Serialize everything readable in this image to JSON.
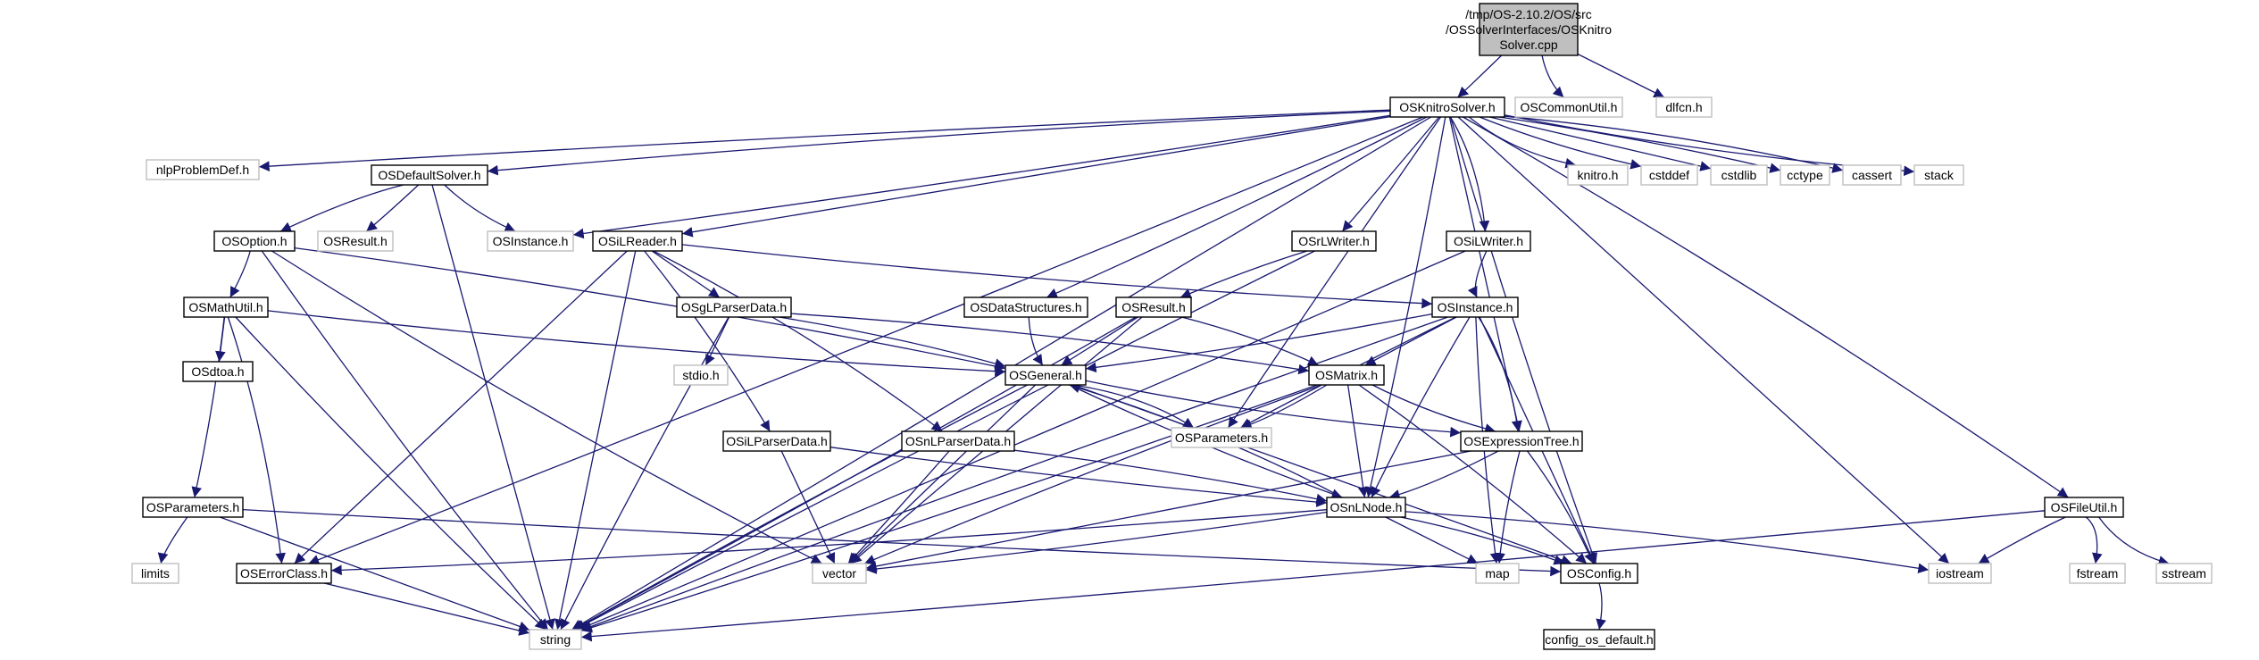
{
  "colors": {
    "edge": "#191970",
    "root_fill": "#bfbfbf",
    "documented_border": "#000000",
    "external_border": "#bfbfbf"
  },
  "nodes": [
    {
      "id": "root",
      "type": "root",
      "lines": [
        "/tmp/OS-2.10.2/OS/src",
        "/OSSolverInterfaces/OSKnitro",
        "Solver.cpp"
      ]
    },
    {
      "id": "OSKnitroSolver.h",
      "type": "documented",
      "lines": [
        "OSKnitroSolver.h"
      ]
    },
    {
      "id": "OSCommonUtil.h",
      "type": "external",
      "lines": [
        "OSCommonUtil.h"
      ]
    },
    {
      "id": "dlfcn.h",
      "type": "external",
      "lines": [
        "dlfcn.h"
      ]
    },
    {
      "id": "nlpProblemDef.h",
      "type": "external",
      "lines": [
        "nlpProblemDef.h"
      ]
    },
    {
      "id": "OSDefaultSolver.h",
      "type": "documented",
      "lines": [
        "OSDefaultSolver.h"
      ]
    },
    {
      "id": "knitro.h",
      "type": "external",
      "lines": [
        "knitro.h"
      ]
    },
    {
      "id": "cstddef",
      "type": "external",
      "lines": [
        "cstddef"
      ]
    },
    {
      "id": "cstdlib",
      "type": "external",
      "lines": [
        "cstdlib"
      ]
    },
    {
      "id": "cctype",
      "type": "external",
      "lines": [
        "cctype"
      ]
    },
    {
      "id": "cassert",
      "type": "external",
      "lines": [
        "cassert"
      ]
    },
    {
      "id": "stack",
      "type": "external",
      "lines": [
        "stack"
      ]
    },
    {
      "id": "OSOption.h",
      "type": "documented",
      "lines": [
        "OSOption.h"
      ]
    },
    {
      "id": "OSResult.h",
      "type": "external",
      "lines": [
        "OSResult.h"
      ]
    },
    {
      "id": "OSInstance.h.ext",
      "type": "external",
      "lines": [
        "OSInstance.h"
      ]
    },
    {
      "id": "OSiLReader.h",
      "type": "documented",
      "lines": [
        "OSiLReader.h"
      ]
    },
    {
      "id": "OSrLWriter.h",
      "type": "documented",
      "lines": [
        "OSrLWriter.h"
      ]
    },
    {
      "id": "OSiLWriter.h",
      "type": "documented",
      "lines": [
        "OSiLWriter.h"
      ]
    },
    {
      "id": "OSMathUtil.h",
      "type": "documented",
      "lines": [
        "OSMathUtil.h"
      ]
    },
    {
      "id": "OSgLParserData.h",
      "type": "documented",
      "lines": [
        "OSgLParserData.h"
      ]
    },
    {
      "id": "OSDataStructures.h",
      "type": "documented",
      "lines": [
        "OSDataStructures.h"
      ]
    },
    {
      "id": "OSResult.h.doc",
      "type": "documented",
      "lines": [
        "OSResult.h"
      ]
    },
    {
      "id": "OSInstance.h",
      "type": "documented",
      "lines": [
        "OSInstance.h"
      ]
    },
    {
      "id": "OSdtoa.h",
      "type": "documented",
      "lines": [
        "OSdtoa.h"
      ]
    },
    {
      "id": "stdio.h",
      "type": "external",
      "lines": [
        "stdio.h"
      ]
    },
    {
      "id": "OSGeneral.h",
      "type": "documented",
      "lines": [
        "OSGeneral.h"
      ]
    },
    {
      "id": "OSMatrix.h",
      "type": "documented",
      "lines": [
        "OSMatrix.h"
      ]
    },
    {
      "id": "OSParameters.h.ext",
      "type": "external",
      "lines": [
        "OSParameters.h"
      ]
    },
    {
      "id": "OSiLParserData.h",
      "type": "documented",
      "lines": [
        "OSiLParserData.h"
      ]
    },
    {
      "id": "OSnLParserData.h",
      "type": "documented",
      "lines": [
        "OSnLParserData.h"
      ]
    },
    {
      "id": "OSExpressionTree.h",
      "type": "documented",
      "lines": [
        "OSExpressionTree.h"
      ]
    },
    {
      "id": "OSParameters.h",
      "type": "documented",
      "lines": [
        "OSParameters.h"
      ]
    },
    {
      "id": "OSnLNode.h",
      "type": "documented",
      "lines": [
        "OSnLNode.h"
      ]
    },
    {
      "id": "OSFileUtil.h",
      "type": "documented",
      "lines": [
        "OSFileUtil.h"
      ]
    },
    {
      "id": "limits",
      "type": "external",
      "lines": [
        "limits"
      ]
    },
    {
      "id": "OSErrorClass.h",
      "type": "documented",
      "lines": [
        "OSErrorClass.h"
      ]
    },
    {
      "id": "vector",
      "type": "external",
      "lines": [
        "vector"
      ]
    },
    {
      "id": "map",
      "type": "external",
      "lines": [
        "map"
      ]
    },
    {
      "id": "OSConfig.h",
      "type": "documented",
      "lines": [
        "OSConfig.h"
      ]
    },
    {
      "id": "iostream",
      "type": "external",
      "lines": [
        "iostream"
      ]
    },
    {
      "id": "fstream",
      "type": "external",
      "lines": [
        "fstream"
      ]
    },
    {
      "id": "sstream",
      "type": "external",
      "lines": [
        "sstream"
      ]
    },
    {
      "id": "string",
      "type": "external",
      "lines": [
        "string"
      ]
    },
    {
      "id": "config_os_default.h",
      "type": "documented",
      "lines": [
        "config_os_default.h"
      ]
    }
  ],
  "edges": [
    [
      "root",
      "OSKnitroSolver.h"
    ],
    [
      "root",
      "OSCommonUtil.h"
    ],
    [
      "root",
      "dlfcn.h"
    ],
    [
      "OSKnitroSolver.h",
      "nlpProblemDef.h"
    ],
    [
      "OSKnitroSolver.h",
      "OSDefaultSolver.h"
    ],
    [
      "OSKnitroSolver.h",
      "knitro.h"
    ],
    [
      "OSKnitroSolver.h",
      "cstddef"
    ],
    [
      "OSKnitroSolver.h",
      "cstdlib"
    ],
    [
      "OSKnitroSolver.h",
      "cctype"
    ],
    [
      "OSKnitroSolver.h",
      "cassert"
    ],
    [
      "OSKnitroSolver.h",
      "stack"
    ],
    [
      "OSKnitroSolver.h",
      "OSInstance.h.ext"
    ],
    [
      "OSKnitroSolver.h",
      "OSiLReader.h"
    ],
    [
      "OSKnitroSolver.h",
      "OSrLWriter.h"
    ],
    [
      "OSKnitroSolver.h",
      "OSiLWriter.h"
    ],
    [
      "OSKnitroSolver.h",
      "OSDataStructures.h"
    ],
    [
      "OSKnitroSolver.h",
      "OSParameters.h.ext"
    ],
    [
      "OSKnitroSolver.h",
      "OSExpressionTree.h"
    ],
    [
      "OSKnitroSolver.h",
      "OSnLNode.h"
    ],
    [
      "OSKnitroSolver.h",
      "OSFileUtil.h"
    ],
    [
      "OSKnitroSolver.h",
      "OSErrorClass.h"
    ],
    [
      "OSKnitroSolver.h",
      "OSConfig.h"
    ],
    [
      "OSKnitroSolver.h",
      "iostream"
    ],
    [
      "OSKnitroSolver.h",
      "string"
    ],
    [
      "OSDefaultSolver.h",
      "OSOption.h"
    ],
    [
      "OSDefaultSolver.h",
      "OSResult.h"
    ],
    [
      "OSDefaultSolver.h",
      "OSInstance.h.ext"
    ],
    [
      "OSDefaultSolver.h",
      "string"
    ],
    [
      "OSOption.h",
      "OSMathUtil.h"
    ],
    [
      "OSOption.h",
      "OSGeneral.h"
    ],
    [
      "OSOption.h",
      "vector"
    ],
    [
      "OSOption.h",
      "string"
    ],
    [
      "OSiLReader.h",
      "OSgLParserData.h"
    ],
    [
      "OSiLReader.h",
      "OSiLParserData.h"
    ],
    [
      "OSiLReader.h",
      "OSnLParserData.h"
    ],
    [
      "OSiLReader.h",
      "OSInstance.h"
    ],
    [
      "OSiLReader.h",
      "OSErrorClass.h"
    ],
    [
      "OSiLReader.h",
      "string"
    ],
    [
      "OSrLWriter.h",
      "OSResult.h.doc"
    ],
    [
      "OSrLWriter.h",
      "string"
    ],
    [
      "OSiLWriter.h",
      "OSInstance.h"
    ],
    [
      "OSiLWriter.h",
      "string"
    ],
    [
      "OSMathUtil.h",
      "OSdtoa.h"
    ],
    [
      "OSMathUtil.h",
      "OSParameters.h"
    ],
    [
      "OSMathUtil.h",
      "OSErrorClass.h"
    ],
    [
      "OSMathUtil.h",
      "OSGeneral.h"
    ],
    [
      "OSMathUtil.h",
      "string"
    ],
    [
      "OSgLParserData.h",
      "stdio.h"
    ],
    [
      "OSgLParserData.h",
      "OSGeneral.h"
    ],
    [
      "OSgLParserData.h",
      "OSMatrix.h"
    ],
    [
      "OSgLParserData.h",
      "string"
    ],
    [
      "OSDataStructures.h",
      "OSGeneral.h"
    ],
    [
      "OSResult.h.doc",
      "OSGeneral.h"
    ],
    [
      "OSResult.h.doc",
      "OSMatrix.h"
    ],
    [
      "OSResult.h.doc",
      "vector"
    ],
    [
      "OSResult.h.doc",
      "string"
    ],
    [
      "OSInstance.h",
      "OSGeneral.h"
    ],
    [
      "OSInstance.h",
      "OSMatrix.h"
    ],
    [
      "OSInstance.h",
      "OSParameters.h.ext"
    ],
    [
      "OSInstance.h",
      "OSExpressionTree.h"
    ],
    [
      "OSInstance.h",
      "OSnLNode.h"
    ],
    [
      "OSInstance.h",
      "map"
    ],
    [
      "OSInstance.h",
      "OSConfig.h"
    ],
    [
      "OSInstance.h",
      "string"
    ],
    [
      "OSGeneral.h",
      "OSParameters.h.ext"
    ],
    [
      "OSGeneral.h",
      "OSExpressionTree.h"
    ],
    [
      "OSGeneral.h",
      "OSnLNode.h"
    ],
    [
      "OSGeneral.h",
      "OSConfig.h"
    ],
    [
      "OSGeneral.h",
      "vector"
    ],
    [
      "OSGeneral.h",
      "string"
    ],
    [
      "OSMatrix.h",
      "OSParameters.h.ext"
    ],
    [
      "OSMatrix.h",
      "OSExpressionTree.h"
    ],
    [
      "OSMatrix.h",
      "OSnLNode.h"
    ],
    [
      "OSMatrix.h",
      "OSConfig.h"
    ],
    [
      "OSMatrix.h",
      "vector"
    ],
    [
      "OSMatrix.h",
      "string"
    ],
    [
      "OSiLParserData.h",
      "OSnLNode.h"
    ],
    [
      "OSiLParserData.h",
      "vector"
    ],
    [
      "OSnLParserData.h",
      "OSnLNode.h"
    ],
    [
      "OSnLParserData.h",
      "vector"
    ],
    [
      "OSExpressionTree.h",
      "OSnLNode.h"
    ],
    [
      "OSExpressionTree.h",
      "map"
    ],
    [
      "OSExpressionTree.h",
      "vector"
    ],
    [
      "OSExpressionTree.h",
      "OSConfig.h"
    ],
    [
      "OSnLNode.h",
      "OSGeneral.h"
    ],
    [
      "OSnLNode.h",
      "OSErrorClass.h"
    ],
    [
      "OSnLNode.h",
      "vector"
    ],
    [
      "OSnLNode.h",
      "map"
    ],
    [
      "OSnLNode.h",
      "OSConfig.h"
    ],
    [
      "OSnLNode.h",
      "iostream"
    ],
    [
      "OSParameters.h",
      "limits"
    ],
    [
      "OSParameters.h",
      "OSConfig.h"
    ],
    [
      "OSParameters.h",
      "string"
    ],
    [
      "OSFileUtil.h",
      "iostream"
    ],
    [
      "OSFileUtil.h",
      "fstream"
    ],
    [
      "OSFileUtil.h",
      "sstream"
    ],
    [
      "OSFileUtil.h",
      "string"
    ],
    [
      "OSErrorClass.h",
      "string"
    ],
    [
      "OSConfig.h",
      "config_os_default.h"
    ]
  ]
}
